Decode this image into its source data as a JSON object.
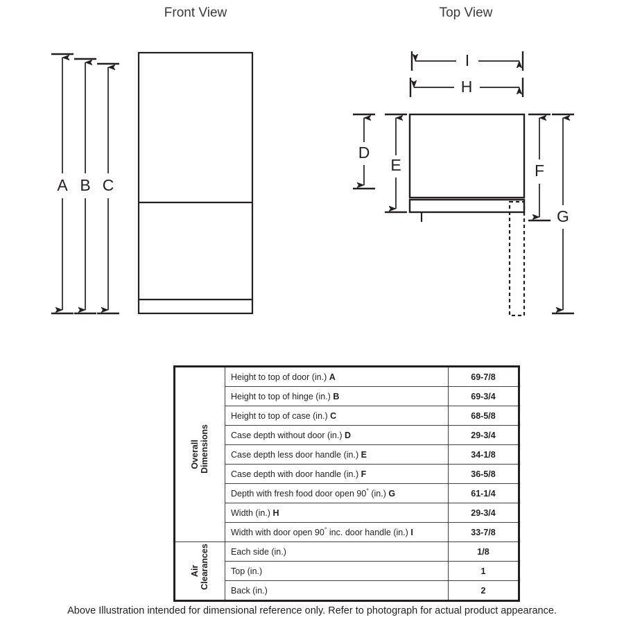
{
  "views": {
    "front": {
      "title": "Front View"
    },
    "top": {
      "title": "Top View"
    }
  },
  "dimension_letters": {
    "front": [
      "A",
      "B",
      "C"
    ],
    "top": [
      "D",
      "E",
      "F",
      "G",
      "H",
      "I"
    ]
  },
  "labels": {
    "A": "A",
    "B": "B",
    "C": "C",
    "D": "D",
    "E": "E",
    "F": "F",
    "G": "G",
    "H": "H",
    "I": "I"
  },
  "table": {
    "groups": [
      {
        "name": "Overall Dimensions",
        "line1": "Overall",
        "line2": "Dimensions"
      },
      {
        "name": "Air Clearances",
        "line1": "Air",
        "line2": "Clearances"
      }
    ],
    "overall_dimensions": [
      {
        "desc": "Height to top of door (in.)",
        "key": "A",
        "value": "69-7/8"
      },
      {
        "desc": "Height to top of hinge (in.)",
        "key": "B",
        "value": "69-3/4"
      },
      {
        "desc": "Height to top of case (in.)",
        "key": "C",
        "value": "68-5/8"
      },
      {
        "desc": "Case depth without door (in.)",
        "key": "D",
        "value": "29-3/4"
      },
      {
        "desc": "Case depth less door handle (in.)",
        "key": "E",
        "value": "34-1/8"
      },
      {
        "desc": "Case depth with door handle (in.)",
        "key": "F",
        "value": "36-5/8"
      },
      {
        "desc": "Depth with fresh food door open 90",
        "deg": "°",
        "desc2": " (in.)",
        "key": "G",
        "value": "61-1/4"
      },
      {
        "desc": "Width (in.)",
        "key": "H",
        "value": "29-3/4"
      },
      {
        "desc": "Width with door open 90",
        "deg": "°",
        "desc2": " inc. door handle (in.)",
        "key": "I",
        "value": "33-7/8"
      }
    ],
    "air_clearances": [
      {
        "desc": "Each side (in.)",
        "key": "",
        "value": "1/8"
      },
      {
        "desc": "Top (in.)",
        "key": "",
        "value": "1"
      },
      {
        "desc": "Back (in.)",
        "key": "",
        "value": "2"
      }
    ]
  },
  "footer": {
    "note": "Above Illustration intended for dimensional reference only. Refer to photograph for actual product appearance."
  },
  "colors": {
    "line": "#231f20",
    "text": "#231f20",
    "title": "#3a3a3c",
    "background": "#ffffff"
  }
}
